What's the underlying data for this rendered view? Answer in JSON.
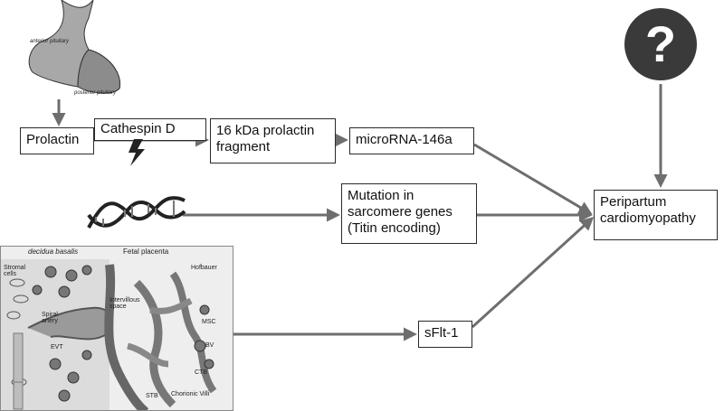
{
  "nodes": {
    "prolactin": "Prolactin",
    "cathepsin": "Cathespin D",
    "fragment": "16 kDa prolactin fragment",
    "microrna": "microRNA-146a",
    "mutation": "Mutation in sarcomere genes (Titin encoding)",
    "sflt": "sFlt-1",
    "ppcm": "Peripartum cardiomyopathy"
  },
  "pituitary": {
    "anterior": "anterior pituitary",
    "posterior": "posterior pituitary"
  },
  "placenta": {
    "header_left": "decidua basalis",
    "header_right": "Fetal placenta",
    "labels": [
      "Stromal cells",
      "Hofbauer",
      "Spiral artery",
      "Intervillous space",
      "MSC",
      "EVT",
      "BV",
      "CTB",
      "STB",
      "Chorionic Villi"
    ]
  },
  "question": {
    "symbol": "?",
    "color": "#3a3a3a"
  },
  "colors": {
    "arrow": "#6e6e6e",
    "box_border": "#2a2a2a"
  }
}
